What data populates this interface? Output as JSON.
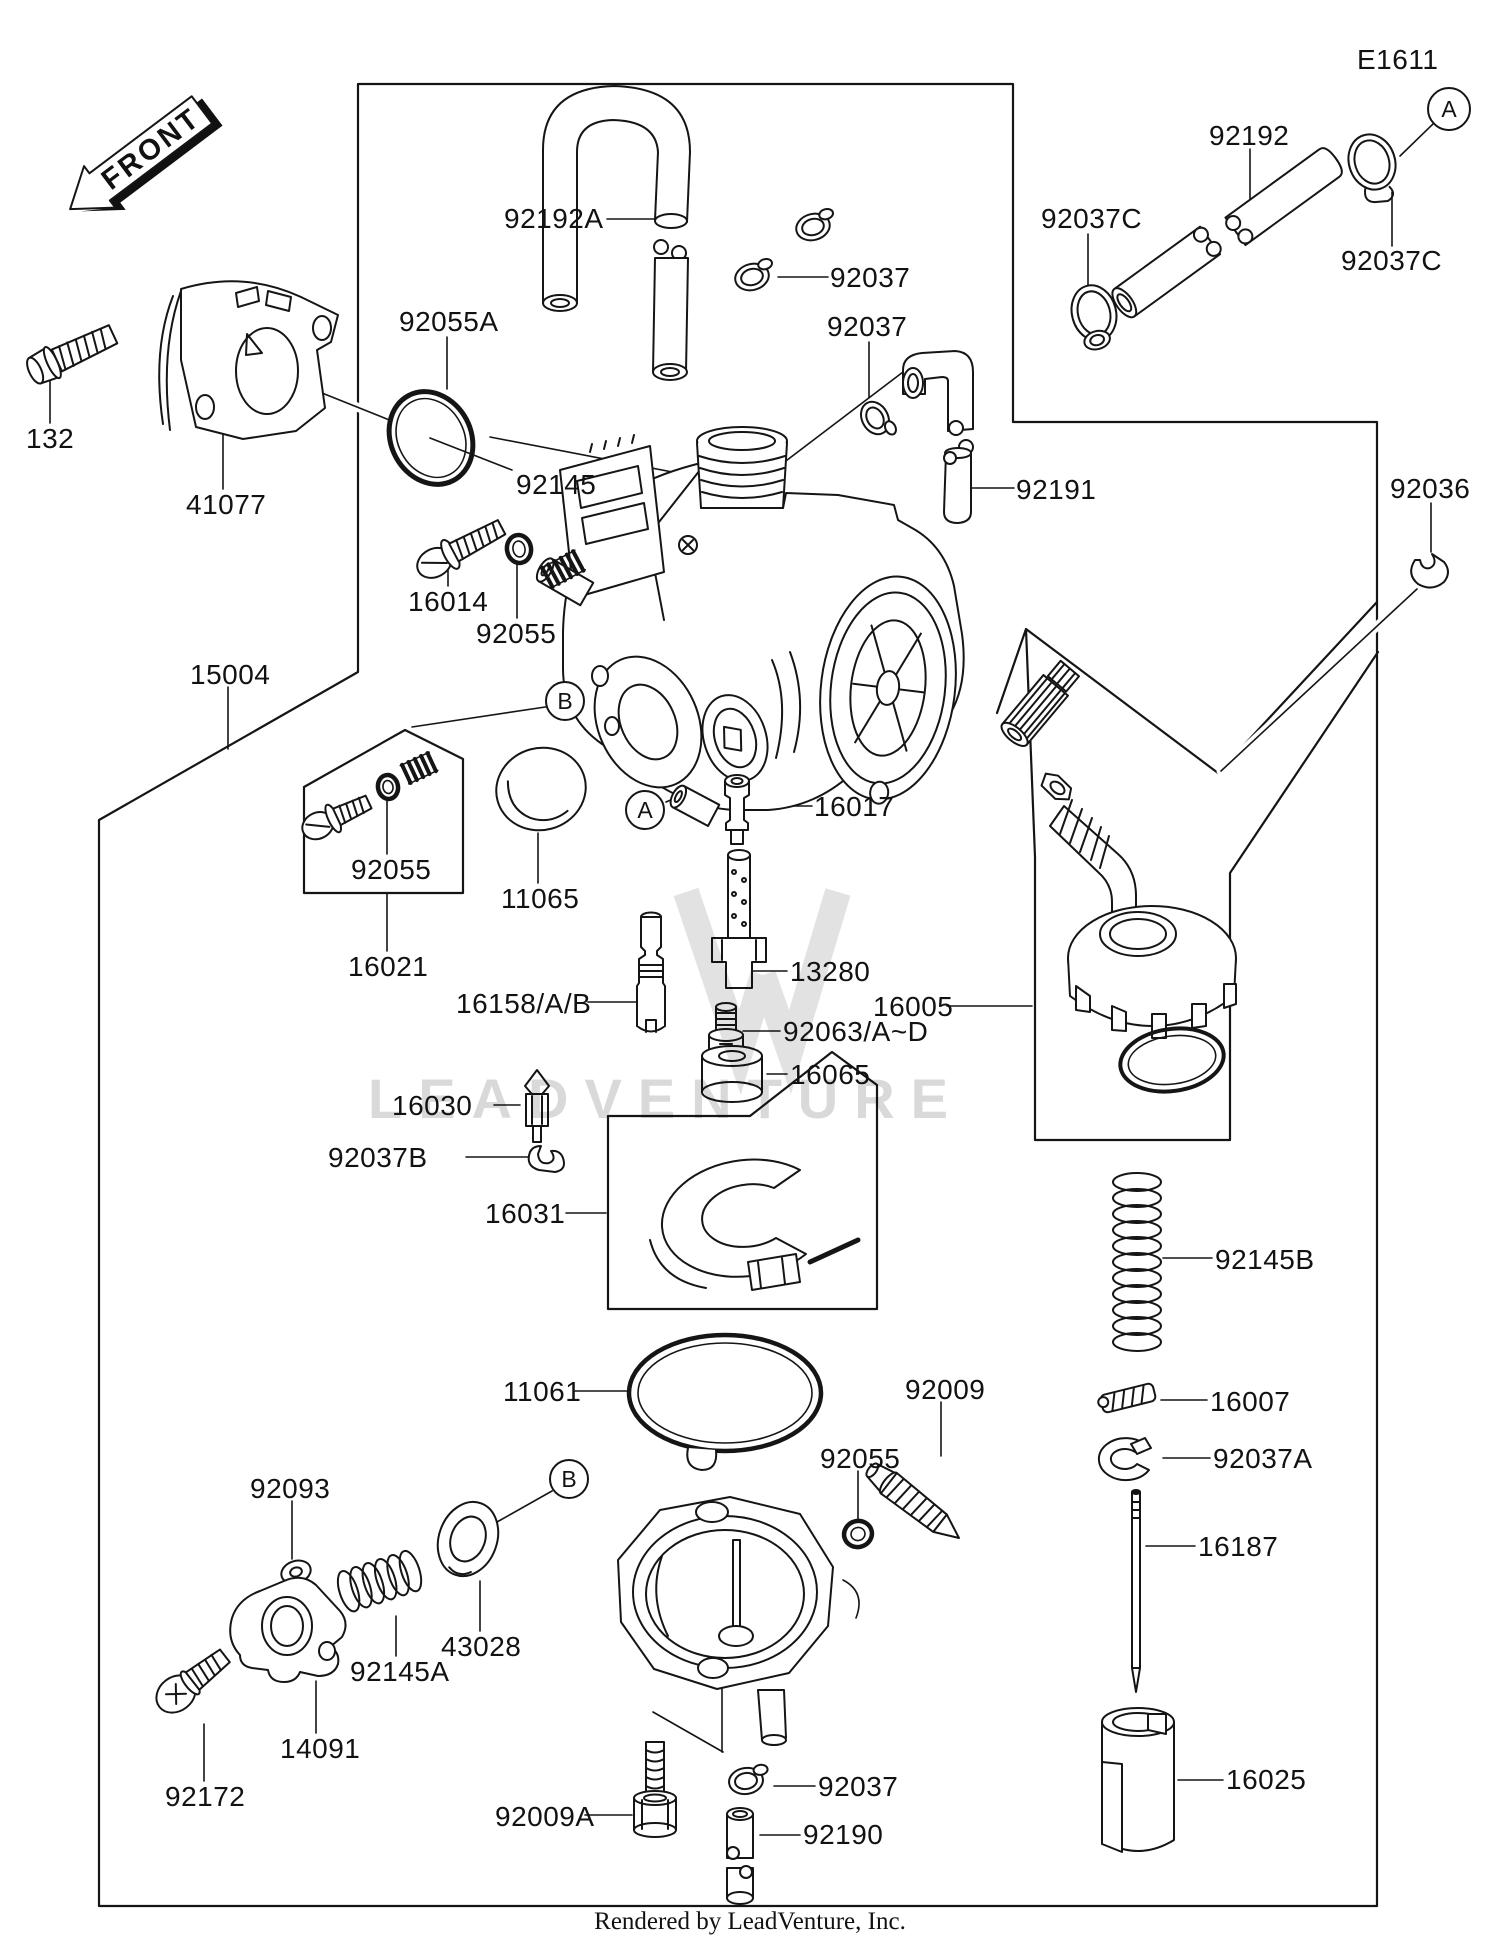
{
  "page": {
    "figure_code": "E1611",
    "front_label": "FRONT",
    "watermark": "LEADVENTURE",
    "footer": "Rendered by LeadVenture, Inc."
  },
  "markers": [
    {
      "letter": "A"
    },
    {
      "letter": "A"
    },
    {
      "letter": "B"
    },
    {
      "letter": "B"
    }
  ],
  "labels": [
    {
      "id": "e1611",
      "text": "E1611"
    },
    {
      "id": "92192a",
      "text": "92192A"
    },
    {
      "id": "92037-1",
      "text": "92037"
    },
    {
      "id": "92037-2",
      "text": "92037"
    },
    {
      "id": "92192",
      "text": "92192"
    },
    {
      "id": "92037c-1",
      "text": "92037C"
    },
    {
      "id": "92037c-2",
      "text": "92037C"
    },
    {
      "id": "92055a",
      "text": "92055A"
    },
    {
      "id": "132",
      "text": "132"
    },
    {
      "id": "41077",
      "text": "41077"
    },
    {
      "id": "92145",
      "text": "92145"
    },
    {
      "id": "16014",
      "text": "16014"
    },
    {
      "id": "92055-1",
      "text": "92055"
    },
    {
      "id": "15004",
      "text": "15004"
    },
    {
      "id": "92191",
      "text": "92191"
    },
    {
      "id": "92036",
      "text": "92036"
    },
    {
      "id": "16017",
      "text": "16017"
    },
    {
      "id": "11065",
      "text": "11065"
    },
    {
      "id": "92055-2",
      "text": "92055"
    },
    {
      "id": "16021",
      "text": "16021"
    },
    {
      "id": "16158",
      "text": "16158/A/B"
    },
    {
      "id": "13280",
      "text": "13280"
    },
    {
      "id": "16005",
      "text": "16005"
    },
    {
      "id": "92063",
      "text": "92063/A~D"
    },
    {
      "id": "16065",
      "text": "16065"
    },
    {
      "id": "16030",
      "text": "16030"
    },
    {
      "id": "92037b",
      "text": "92037B"
    },
    {
      "id": "16031",
      "text": "16031"
    },
    {
      "id": "92145b",
      "text": "92145B"
    },
    {
      "id": "11061",
      "text": "11061"
    },
    {
      "id": "92009",
      "text": "92009"
    },
    {
      "id": "92055-3",
      "text": "92055"
    },
    {
      "id": "16007",
      "text": "16007"
    },
    {
      "id": "92037a",
      "text": "92037A"
    },
    {
      "id": "16187",
      "text": "16187"
    },
    {
      "id": "92093",
      "text": "92093"
    },
    {
      "id": "43028",
      "text": "43028"
    },
    {
      "id": "92145a",
      "text": "92145A"
    },
    {
      "id": "14091",
      "text": "14091"
    },
    {
      "id": "92172",
      "text": "92172"
    },
    {
      "id": "92009a",
      "text": "92009A"
    },
    {
      "id": "16025",
      "text": "16025"
    },
    {
      "id": "92037-3",
      "text": "92037"
    },
    {
      "id": "92190",
      "text": "92190"
    }
  ]
}
